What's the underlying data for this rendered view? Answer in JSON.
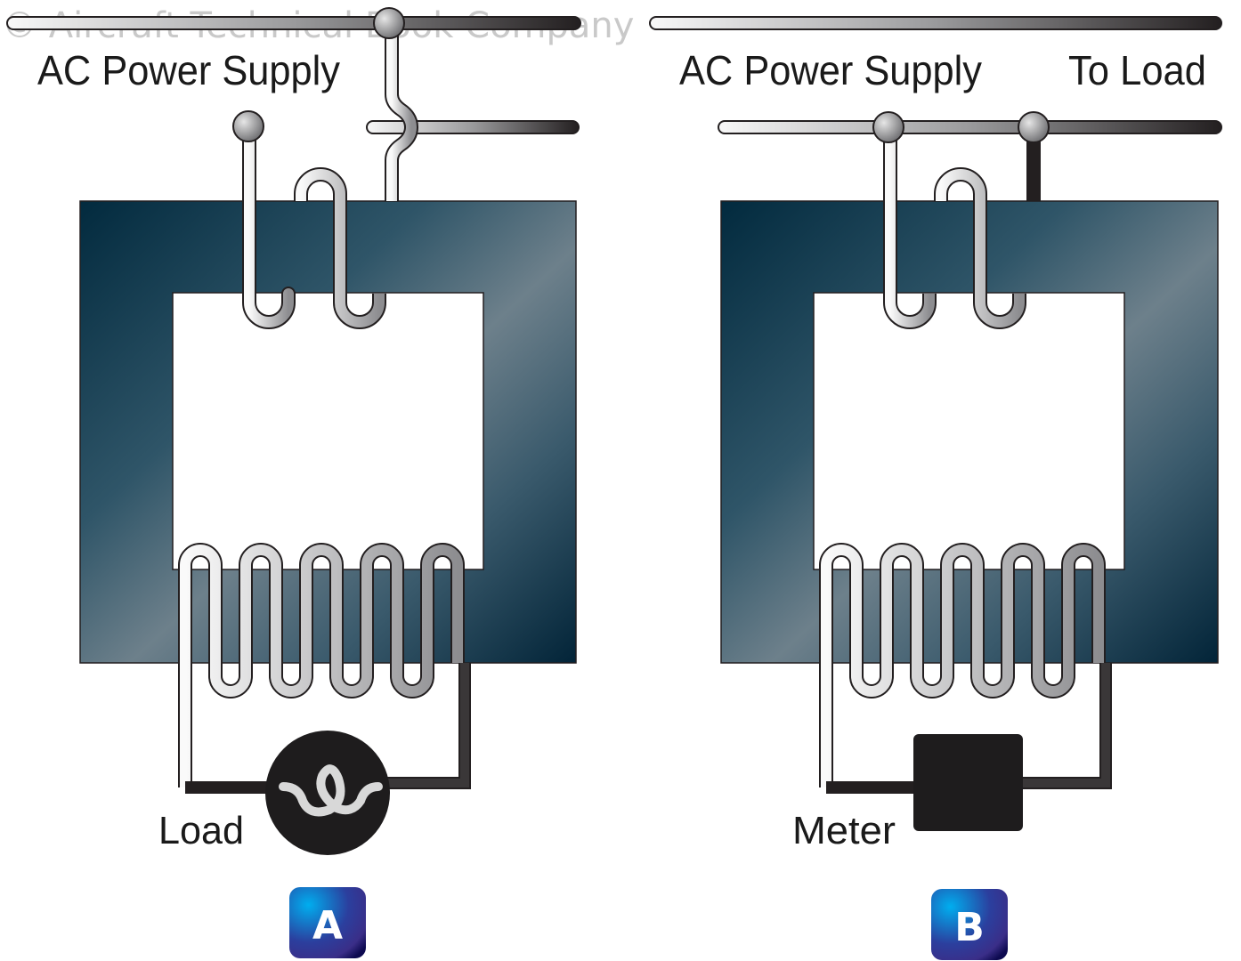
{
  "watermark": "© Aircraft Technical Book Company",
  "panels": [
    {
      "id": "A",
      "supply_label": "AC Power Supply",
      "secondary_device_label": "Load",
      "secondary_device_type": "lamp",
      "badge": "A",
      "primary_turns": 2,
      "secondary_turns": 5
    },
    {
      "id": "B",
      "supply_label": "AC Power Supply",
      "load_label": "To Load",
      "secondary_device_label": "Meter",
      "secondary_device_type": "meter",
      "badge": "B",
      "primary_turns": 2,
      "secondary_turns": 5
    }
  ],
  "colors": {
    "core_dark": "#022a3e",
    "core_light": "#6d808b",
    "badge_light": "#00aeef",
    "badge_dark": "#2b2f8f",
    "device_fill": "#1e1c1d",
    "wire_light": "#f4f4f4",
    "wire_dark": "#231f20"
  }
}
